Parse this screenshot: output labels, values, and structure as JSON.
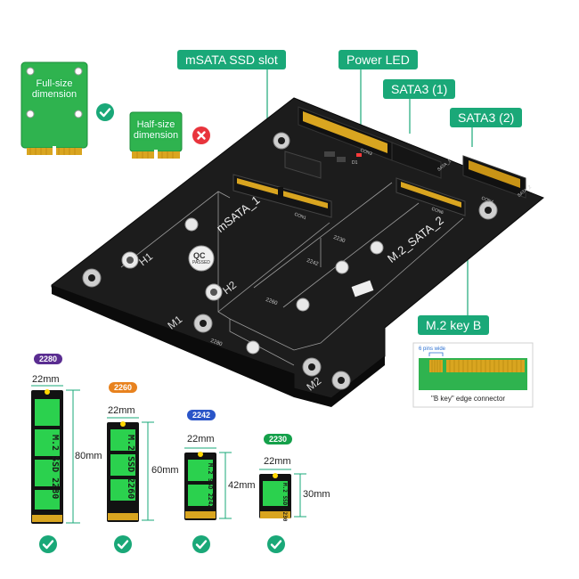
{
  "callouts": {
    "msata_slot": "mSATA SSD slot",
    "power_led": "Power LED",
    "sata3_1": "SATA3  (1)",
    "sata3_2": "SATA3  (2)",
    "m2_keyb": "M.2 key B"
  },
  "msata_cards": {
    "full_size": "Full-size dimension",
    "half_size": "Half-size dimension",
    "full_status": "supported",
    "half_status": "not supported"
  },
  "board": {
    "msata_label": "mSATA_1",
    "m2_label": "M.2_SATA_2",
    "qc_text": "QC",
    "qc_sub": "PASSED",
    "h1": "H1",
    "h2": "H2",
    "m1": "M1",
    "m2": "M2",
    "con1": "CON1",
    "con3": "CON3",
    "con4": "CON4",
    "con6": "CON6",
    "d1": "D1",
    "sata_1": "SATA_1",
    "sata_2": "SATA_2",
    "pos_2230": "2230",
    "pos_2242": "2242",
    "pos_2260": "2260",
    "pos_2280": "2280"
  },
  "keyb_inset": {
    "pins_note": "6 pins wide",
    "caption": "\"B key\" edge connector"
  },
  "ssds": [
    {
      "badge": "2280",
      "badge_color": "#5a2d91",
      "width": "22mm",
      "length": "80mm",
      "label": "M.2 SSD 2280"
    },
    {
      "badge": "2260",
      "badge_color": "#e8821e",
      "width": "22mm",
      "length": "60mm",
      "label": "M.2 SSD 2260"
    },
    {
      "badge": "2242",
      "badge_color": "#2a55c8",
      "width": "22mm",
      "length": "42mm",
      "label": "M.2 SSD 2242"
    },
    {
      "badge": "2230",
      "badge_color": "#14a04a",
      "width": "22mm",
      "length": "30mm",
      "label": "M.2 SSD 2230"
    }
  ],
  "colors": {
    "accent": "#1aa878",
    "board": "#1c1c1c",
    "pcb_green": "#28b34a",
    "gold": "#d9a520",
    "reject": "#e8343c"
  }
}
